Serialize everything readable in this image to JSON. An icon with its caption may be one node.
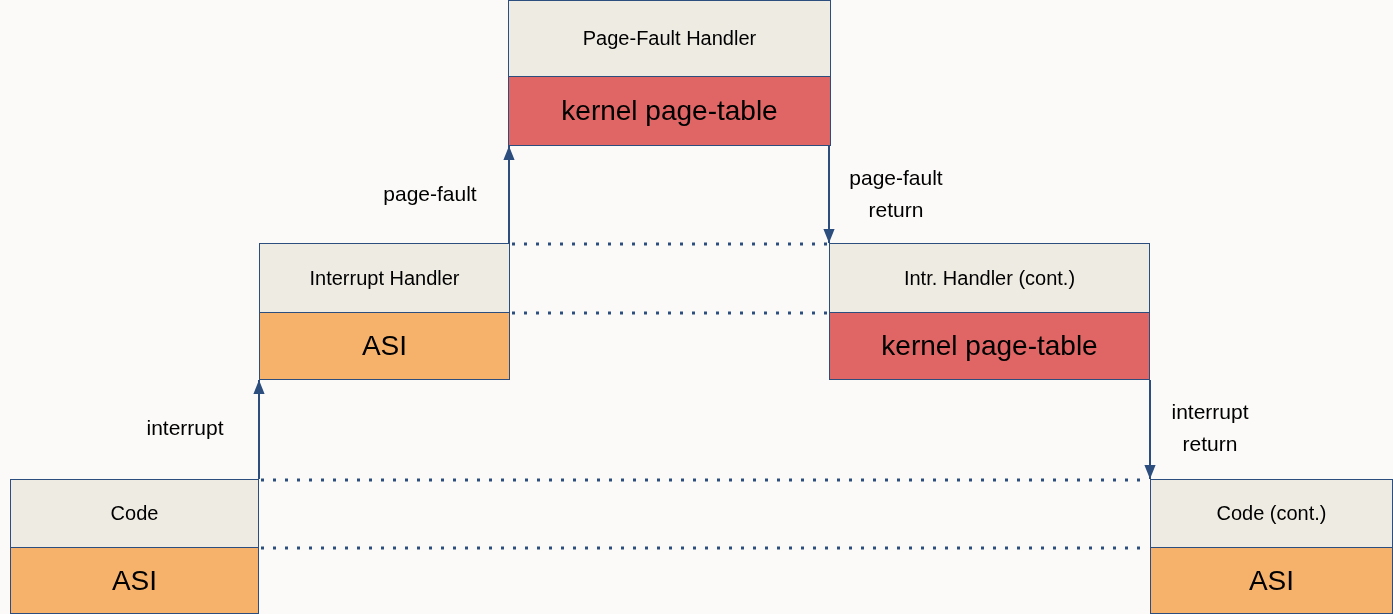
{
  "diagram": {
    "nodes": [
      {
        "text": [
          "Page-Fault Handler"
        ]
      },
      {
        "text": [
          "kernel page-table"
        ]
      },
      {
        "text": [
          "Interrupt Handler"
        ]
      },
      {
        "text": [
          "ASI"
        ]
      },
      {
        "text": [
          "Intr. Handler (cont.)"
        ]
      },
      {
        "text": [
          "kernel page-table"
        ]
      },
      {
        "text": [
          "Code"
        ]
      },
      {
        "text": [
          "ASI"
        ]
      },
      {
        "text": [
          "Code (cont.)"
        ]
      },
      {
        "text": [
          "ASI"
        ]
      }
    ],
    "edges": [
      {
        "from": 6,
        "to": 3,
        "arrow": "to",
        "label": "interrupt"
      },
      {
        "from": 2,
        "to": 1,
        "arrow": "to",
        "label": "page-fault"
      },
      {
        "from": 1,
        "to": 4,
        "arrow": "to",
        "label": "page-fault return"
      },
      {
        "from": 5,
        "to": 8,
        "arrow": "to",
        "label": "interrupt return"
      },
      {
        "from": 2,
        "to": 4,
        "arrow": "none",
        "style": "dashed"
      },
      {
        "from": 3,
        "to": 5,
        "arrow": "none",
        "style": "dashed"
      },
      {
        "from": 6,
        "to": 8,
        "arrow": "none",
        "style": "dashed"
      },
      {
        "from": 7,
        "to": 9,
        "arrow": "none",
        "style": "dashed"
      }
    ]
  }
}
